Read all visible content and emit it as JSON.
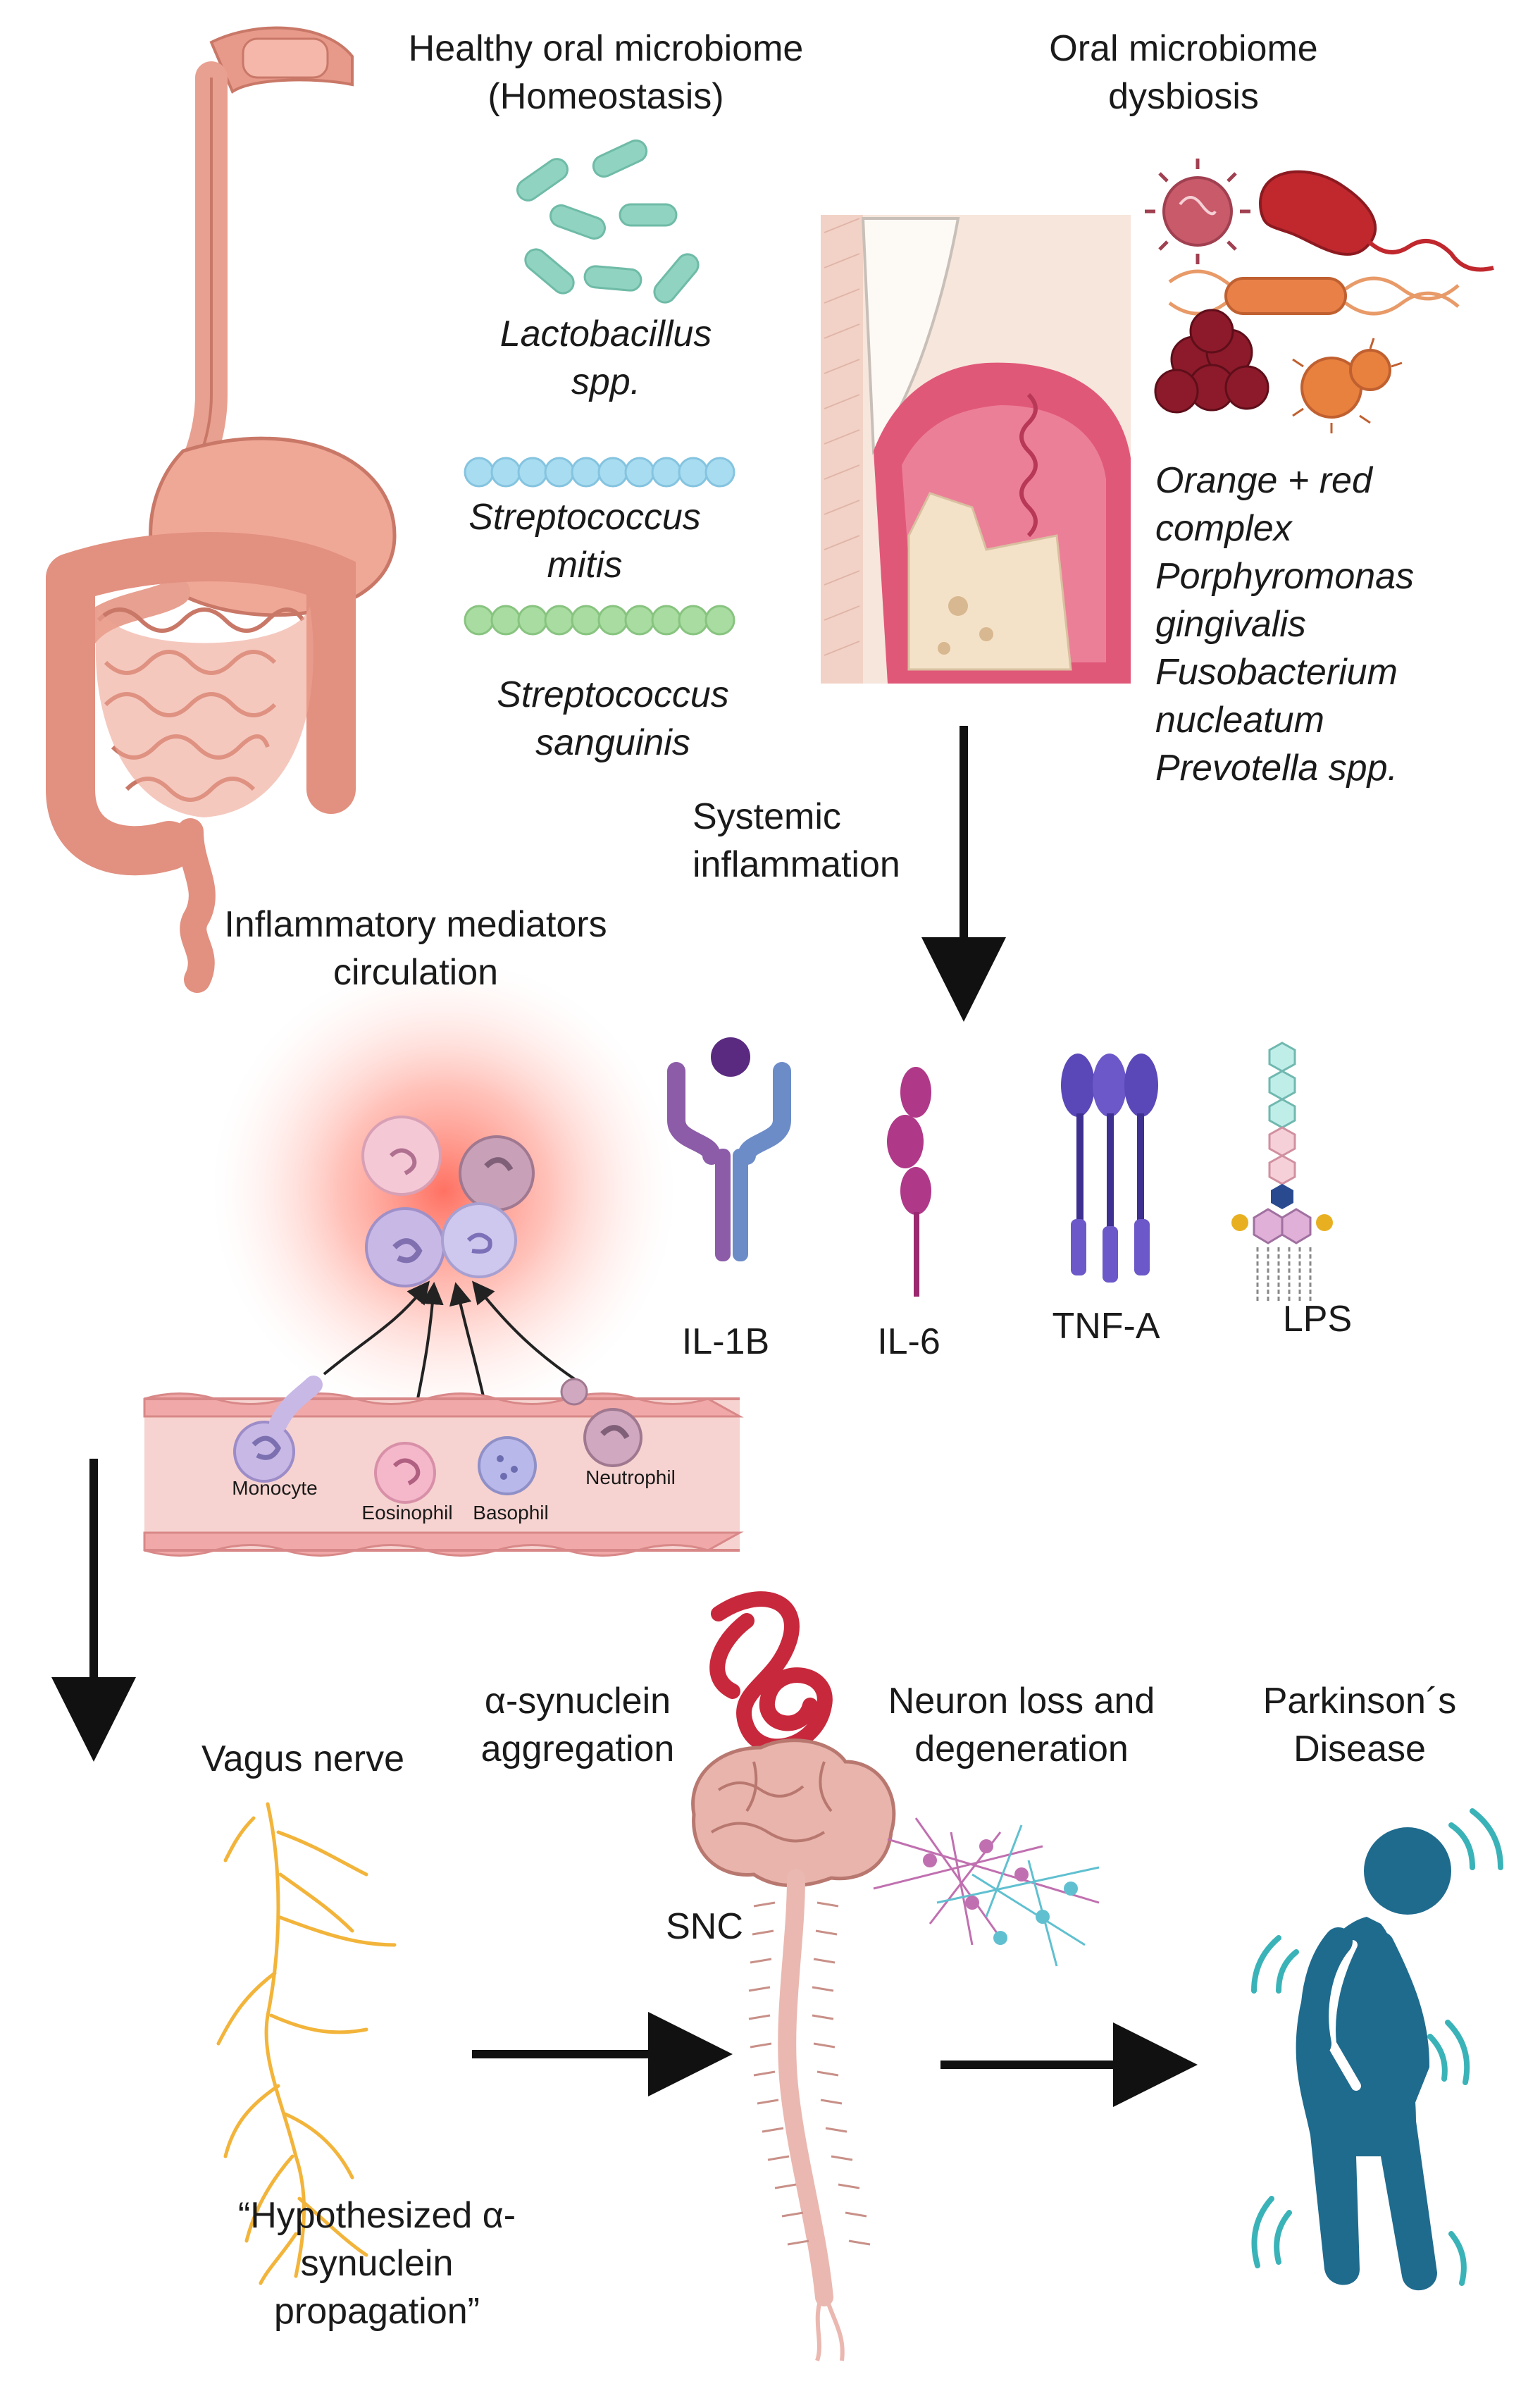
{
  "sections": {
    "healthy": {
      "title_line1": "Healthy oral microbiome",
      "title_line2": "(Homeostasis)"
    },
    "dysbiosis": {
      "title_line1": "Oral microbiome",
      "title_line2": "dysbiosis"
    },
    "inflammation": {
      "line1": "Systemic",
      "line2": "inflammation"
    },
    "mediators": {
      "line1": "Inflammatory mediators",
      "line2": "circulation"
    },
    "vagus": {
      "label": "Vagus nerve"
    },
    "aggregation": {
      "line1": "α-synuclein",
      "line2": "aggregation"
    },
    "neuron_loss": {
      "line1": "Neuron loss and",
      "line2": "degeneration"
    },
    "parkinsons": {
      "line1": "Parkinson´s",
      "line2": "Disease"
    },
    "snc": {
      "label": "SNC"
    },
    "propagation": {
      "line1": "“Hypothesized α-",
      "line2": "synuclein",
      "line3": "propagation”"
    }
  },
  "healthy_species": [
    {
      "line1": "Lactobacillus",
      "line2": "spp."
    },
    {
      "line1": "Streptococcus",
      "line2": "mitis"
    },
    {
      "line1": "Streptococcus",
      "line2": "sanguinis"
    }
  ],
  "dysbiosis_species": [
    "Orange + red",
    "complex",
    "Porphyromonas",
    "gingivalis",
    "Fusobacterium",
    "nucleatum",
    "Prevotella spp."
  ],
  "mediators": [
    "IL-1B",
    "IL-6",
    "TNF-A",
    "LPS"
  ],
  "cells": [
    "Monocyte",
    "Eosinophil",
    "Basophil",
    "Neutrophil"
  ],
  "colors": {
    "gut": "#e8a090",
    "gut_dark": "#c97868",
    "green_bacteria": "#8fd3c0",
    "blue_strep": "#a8dcf0",
    "green_strep": "#a8dca0",
    "gum": "#e05878",
    "vessel": "#f6d3d0",
    "nerve": "#f2b43a",
    "person": "#1f6b8e",
    "arrow": "#111111"
  }
}
